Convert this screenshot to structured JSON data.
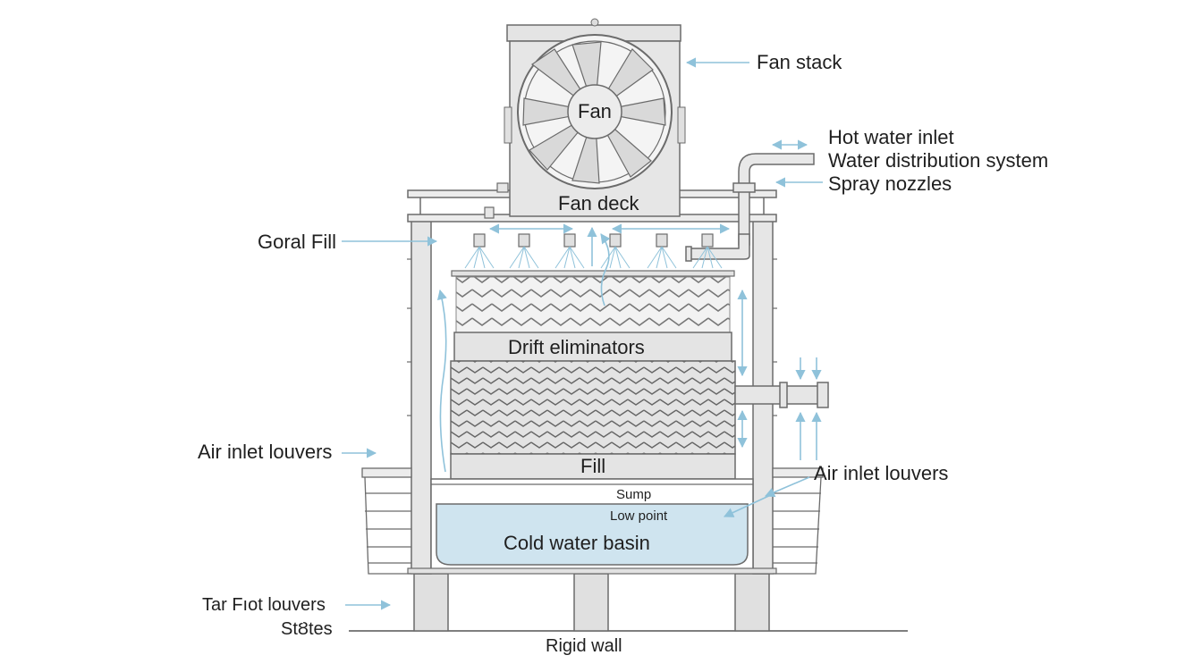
{
  "labels": {
    "fan_stack": "Fan stack",
    "fan": "Fan",
    "hot_water_inlet": "Hot water inlet",
    "water_distribution_system": "Water distribution system",
    "spray_nozzles": "Spray nozzles",
    "fan_deck": "Fan deck",
    "goral_fill": "Goral Fill",
    "drift_eliminators": "Drift eliminators",
    "fill": "Fill",
    "air_inlet_louvers_left": "Air inlet louvers",
    "air_inlet_louvers_right": "Air inlet louvers",
    "sump": "Sump",
    "low_point": "Low point",
    "cold_water_basin": "Cold water basin",
    "tar_fiot_louvers": "Tar Fıot louvers",
    "stutes": "StȢtes",
    "rigid_wall": "Rigid wall"
  },
  "colors": {
    "line": "#6b6b6b",
    "panel": "#e6e6e6",
    "water": "#cfe4ef",
    "arrow": "#8fc2da"
  }
}
